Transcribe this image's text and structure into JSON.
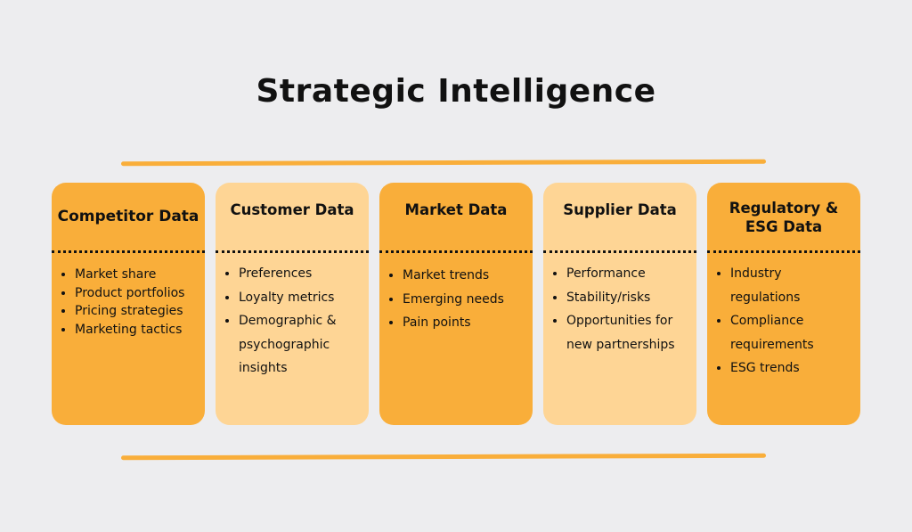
{
  "title": "Strategic Intelligence",
  "colors": {
    "background": "#EDEDEF",
    "accent_dark": "#F9AE3A",
    "accent_light": "#FED595"
  },
  "cards": [
    {
      "title": "Competitor Data",
      "items": [
        "Market share",
        "Product portfolios",
        "Pricing strategies",
        "Marketing tactics"
      ]
    },
    {
      "title": "Customer Data",
      "items": [
        "Preferences",
        "Loyalty metrics",
        "Demographic & psychographic insights"
      ]
    },
    {
      "title": "Market Data",
      "items": [
        "Market trends",
        "Emerging needs",
        "Pain points"
      ]
    },
    {
      "title": "Supplier Data",
      "items": [
        "Performance",
        "Stability/risks",
        "Opportunities for new partnerships"
      ]
    },
    {
      "title": "Regulatory & ESG Data",
      "items": [
        "Industry regulations",
        "Compliance requirements",
        "ESG trends"
      ]
    }
  ]
}
